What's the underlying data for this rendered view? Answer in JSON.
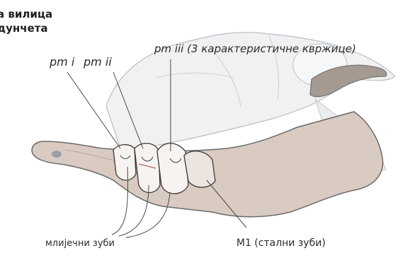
{
  "title": {
    "line1": "а вилица",
    "line2": "дунчета"
  },
  "labels": {
    "pm1": "pm i",
    "pm2": "pm ii",
    "pm3": "pm iii (3 карактеристичне квржице)"
  },
  "captions": {
    "milk_teeth": "млијечни зуби",
    "m1": "M1 (стални зуби)"
  },
  "colors": {
    "skull_fill": "#eceef0",
    "skull_stroke": "#b9bec4",
    "jaw_fill": "#d9cbc2",
    "jaw_stroke": "#6a6a6a",
    "tooth_fill": "#f6f3f0",
    "nostril": "#9aa0a8",
    "horn": "#a49a92",
    "text": "#2b2b2b"
  }
}
